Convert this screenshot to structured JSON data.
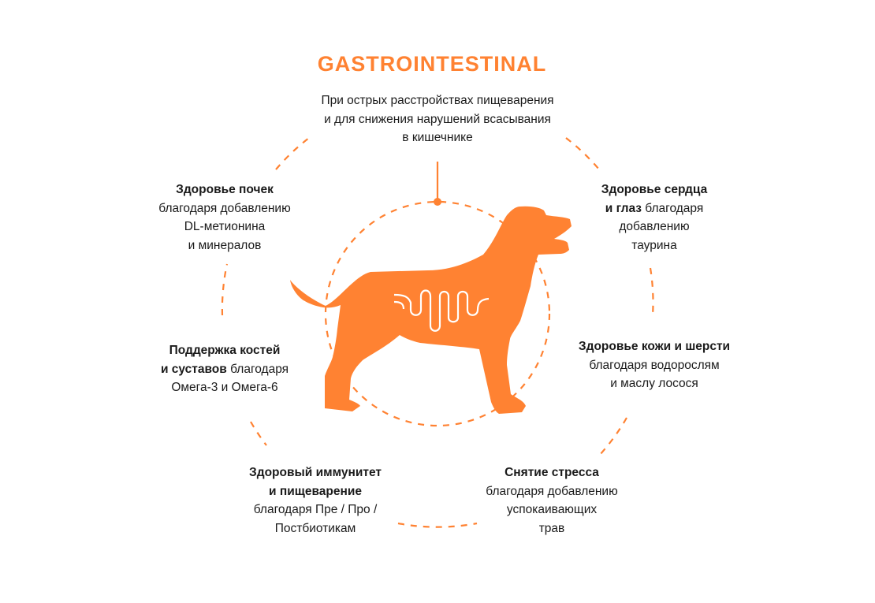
{
  "title": "GASTROINTESTINAL",
  "accent_color": "#ff8232",
  "top": [
    "При острых расстройствах пищеварения",
    "и для снижения нарушений всасывания",
    "в кишечнике"
  ],
  "kidneys": {
    "bold": "Здоровье почек",
    "lines": [
      "благодаря добавлению",
      "DL-метионина",
      "и минералов"
    ]
  },
  "heart": {
    "bold1": "Здоровье сердца",
    "bold2": "и глаз",
    "rest2": " благодаря",
    "lines": [
      "добавлению",
      "таурина"
    ]
  },
  "bones": {
    "bold1": "Поддержка костей",
    "bold2": "и суставов",
    "rest2": " благодаря",
    "lines": [
      "Омега-3 и Омега-6"
    ]
  },
  "skin": {
    "bold": "Здоровье кожи и шерсти",
    "lines": [
      "благодаря водорослям",
      "и маслу лосося"
    ]
  },
  "immunity": {
    "bold1": "Здоровый иммунитет",
    "bold2": "и пищеварение",
    "lines": [
      "благодаря Пре / Про /",
      "Постбиотикам"
    ]
  },
  "stress": {
    "bold": "Снятие стресса",
    "lines": [
      "благодаря добавлению",
      "успокаивающих",
      "трав"
    ]
  }
}
